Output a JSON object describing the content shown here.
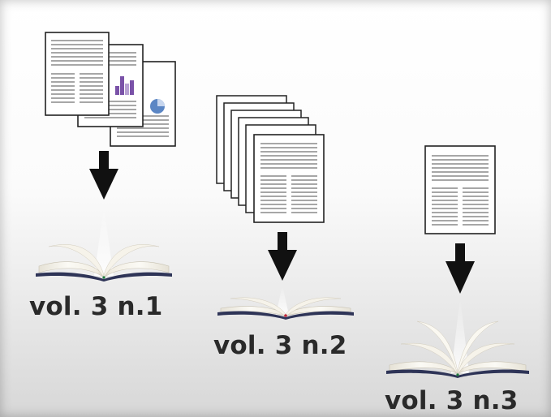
{
  "panels": [
    {
      "label": "vol. 3 n.1"
    },
    {
      "label": "vol. 3 n.2"
    },
    {
      "label": "vol. 3 n.3"
    }
  ],
  "colors": {
    "arrow": "#111111",
    "chart_bar": "#7a52a8",
    "chart_pie": "#5b86c4",
    "text_lines": "#9a9a9a",
    "page_border": "#222222"
  }
}
